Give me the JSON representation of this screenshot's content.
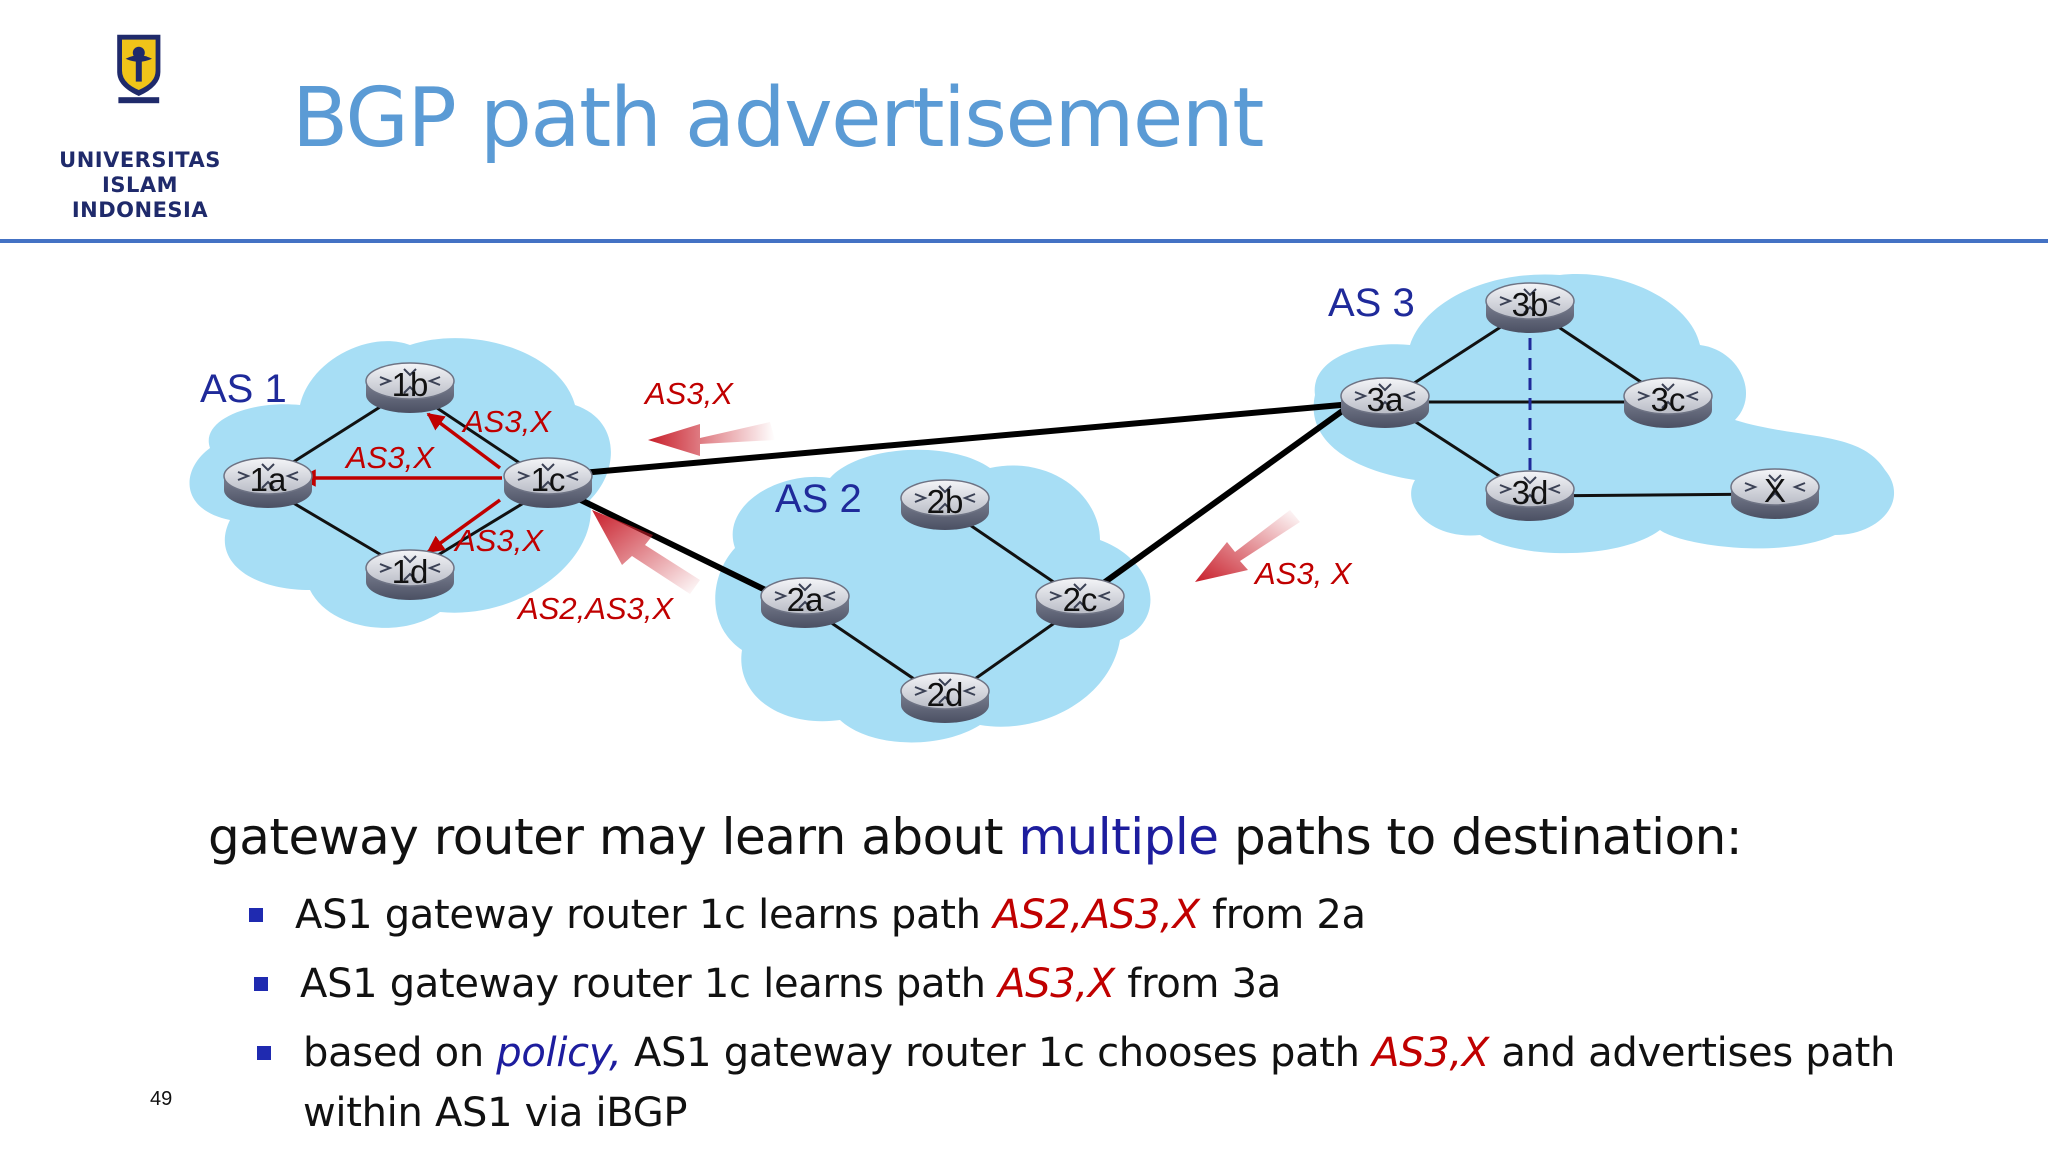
{
  "slide": {
    "title": "BGP path advertisement",
    "page_number": "49",
    "logo": {
      "line1": "UNIVERSITAS",
      "line2": "ISLAM",
      "line3": "INDONESIA",
      "emblem_words": [
        "ISLAM",
        "UNIVERSITAS",
        "INDONESIA"
      ]
    }
  },
  "diagram": {
    "as_labels": {
      "as1": "AS 1",
      "as2": "AS 2",
      "as3": "AS 3"
    },
    "routers": {
      "r1a": "1a",
      "r1b": "1b",
      "r1c": "1c",
      "r1d": "1d",
      "r2a": "2a",
      "r2b": "2b",
      "r2c": "2c",
      "r2d": "2d",
      "r3a": "3a",
      "r3b": "3b",
      "r3c": "3c",
      "r3d": "3d",
      "rx": "X"
    },
    "advertisements": {
      "a1": "AS3,X",
      "a2": "AS3,X",
      "a3": "AS3,X",
      "a4": "AS3,X",
      "a5": "AS2,AS3,X",
      "a6": "AS3, X"
    }
  },
  "text": {
    "main_pre": "gateway router may learn about ",
    "main_hl": "multiple",
    "main_post": " paths to destination:",
    "b1_pre": "AS1 gateway router 1c learns path ",
    "b1_path": "AS2,AS3,X",
    "b1_post": " from 2a",
    "b2_pre": "AS1 gateway router 1c learns path ",
    "b2_path": "AS3,X",
    "b2_post": " from 3a",
    "b3_pre": "based on ",
    "b3_policy": "policy,",
    "b3_mid": " AS1 gateway router 1c chooses path ",
    "b3_path": "AS3,X",
    "b3_post": " and advertises path",
    "b3_line2": "within AS1 via iBGP"
  },
  "colors": {
    "title": "#5b9bd5",
    "rule": "#4472c4",
    "cloud": "#a7def5",
    "adv_red": "#c00000",
    "as_label": "#1f2a9a",
    "highlight_blue": "#1d1d9e"
  },
  "icons": {
    "router": "router-icon",
    "bullet": "square-bullet-icon",
    "arrow": "advertisement-arrow-icon"
  }
}
